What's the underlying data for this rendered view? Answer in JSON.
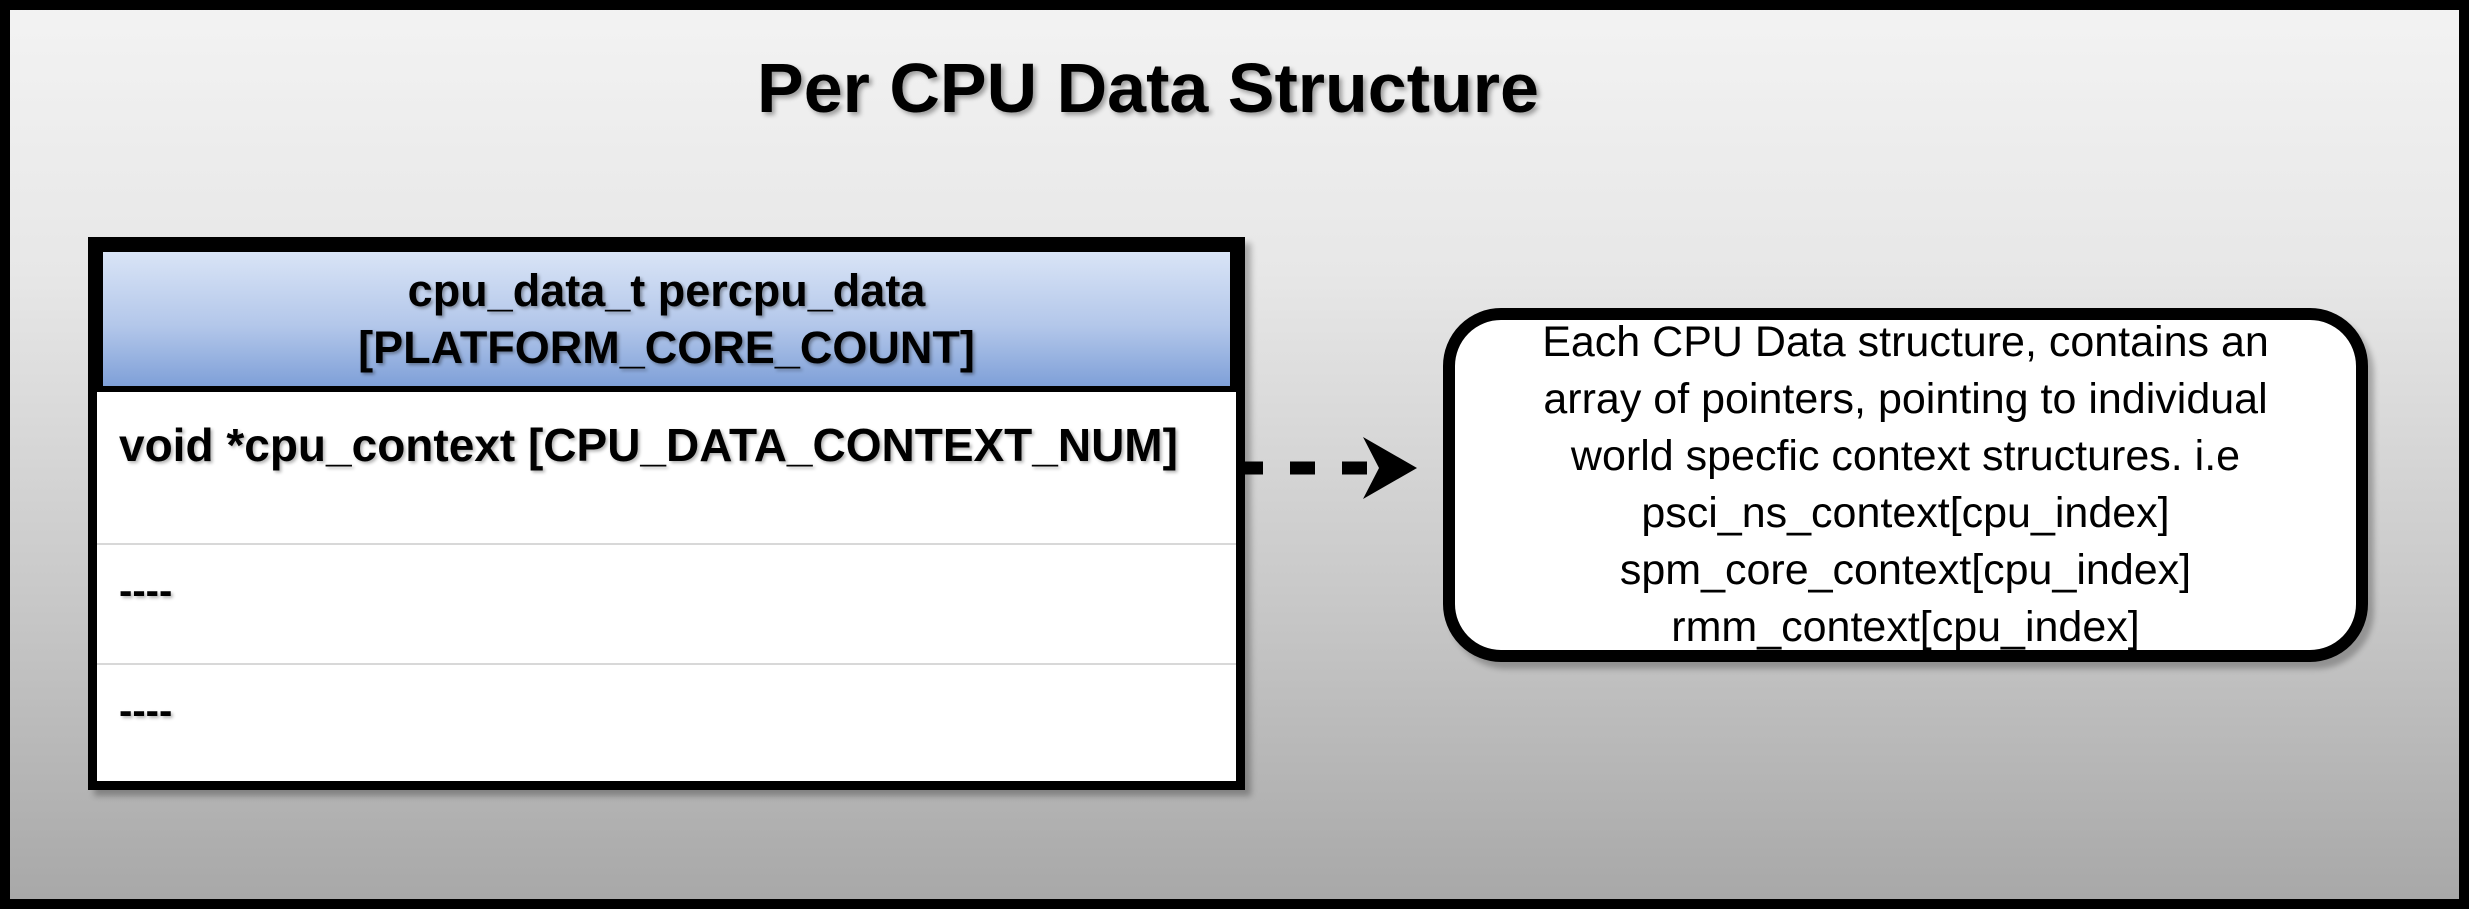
{
  "title": "Per CPU Data Structure",
  "struct_table": {
    "header": {
      "line1": "cpu_data_t percpu_data",
      "line2": "[PLATFORM_CORE_COUNT]"
    },
    "rows": [
      {
        "label": "void *cpu_context [CPU_DATA_CONTEXT_NUM]"
      },
      {
        "label": "----"
      },
      {
        "label": "----"
      }
    ]
  },
  "connector": {
    "type": "dashed-arrow",
    "direction": "right",
    "from": "cpu_context row",
    "to": "note box"
  },
  "note": {
    "lines": [
      "Each CPU Data structure, contains an",
      "array of pointers, pointing to individual",
      "world specfic context structures. i.e",
      "psci_ns_context[cpu_index]",
      "spm_core_context[cpu_index]",
      "rmm_context[cpu_index]"
    ]
  },
  "colors": {
    "page_background_top": "#f3f3f3",
    "page_background_bottom": "#a7a7a7",
    "frame_border": "#000000",
    "header_gradient_top": "#d9e4f6",
    "header_gradient_bottom": "#7fa0d8",
    "table_background": "#ffffff",
    "row_divider": "#d8d8d8",
    "note_background": "#ffffff",
    "text": "#000000"
  }
}
